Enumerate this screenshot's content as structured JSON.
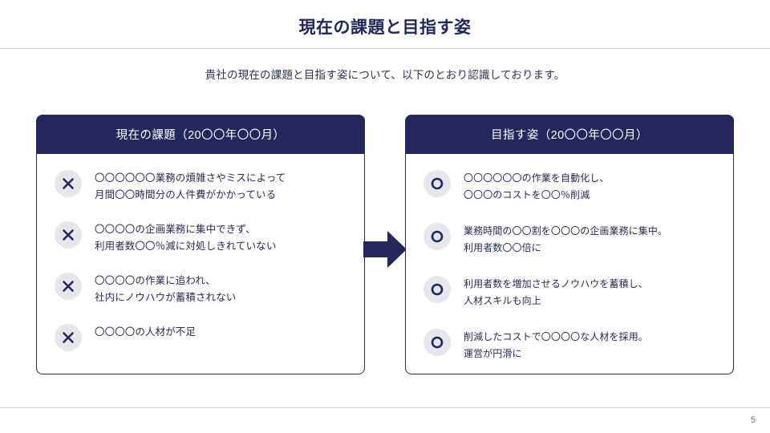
{
  "slide": {
    "title": "現在の課題と目指す姿",
    "subtitle": "貴社の現在の課題と目指す姿について、以下のとおり認識しております。",
    "page_number": "5"
  },
  "colors": {
    "navy": "#22285c",
    "text": "#242b52",
    "icon_bg": "#e6e7ed",
    "rule": "#d8d8dc"
  },
  "cards": {
    "left": {
      "header": "現在の課題（20〇〇年〇〇月）",
      "icon": "cross-icon",
      "items": [
        {
          "line1": "〇〇〇〇〇〇業務の煩雑さやミスによって",
          "line2": "月間〇〇時間分の人件費がかかっている"
        },
        {
          "line1": "〇〇〇〇の企画業務に集中できず、",
          "line2": "利用者数〇〇％減に対処しきれていない"
        },
        {
          "line1": "〇〇〇〇の作業に追われ、",
          "line2": "社内にノウハウが蓄積されない"
        },
        {
          "line1": "〇〇〇〇の人材が不足",
          "line2": ""
        }
      ]
    },
    "right": {
      "header": "目指す姿（20〇〇年〇〇月）",
      "icon": "circle-icon",
      "items": [
        {
          "line1": "〇〇〇〇〇〇の作業を自動化し、",
          "line2": "〇〇〇のコストを〇〇％削減"
        },
        {
          "line1": "業務時間の〇〇割を〇〇〇の企画業務に集中。",
          "line2": "利用者数〇〇倍に"
        },
        {
          "line1": "利用者数を増加させるノウハウを蓄積し、",
          "line2": "人材スキルも向上"
        },
        {
          "line1": "削減したコストで〇〇〇〇な人材を採用。",
          "line2": "運営が円滑に"
        }
      ]
    }
  },
  "arrow": {
    "name": "right-arrow-icon",
    "direction": "right"
  }
}
